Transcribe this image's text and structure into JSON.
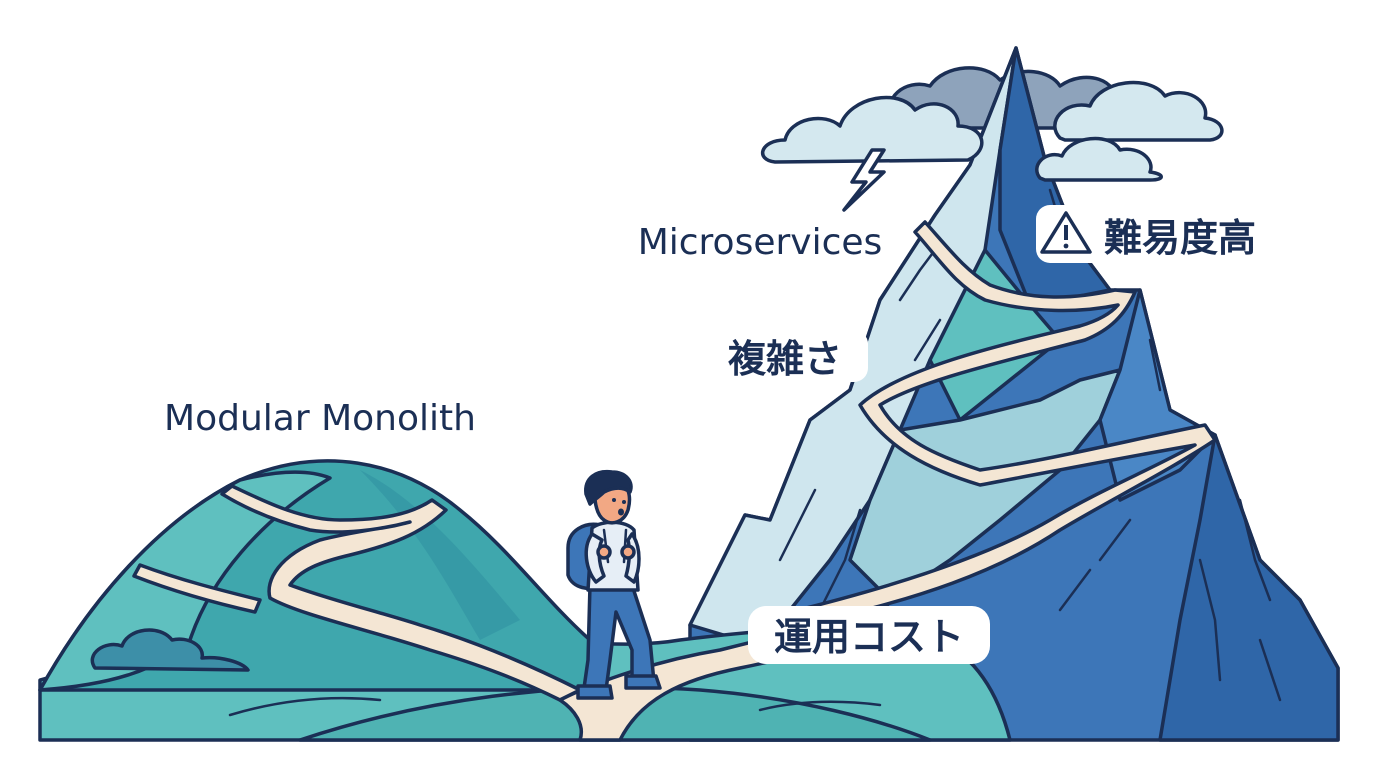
{
  "labels": {
    "monolith": "Modular Monolith",
    "microservices": "Microservices",
    "difficulty": "難易度高",
    "complexity": "複雑さ",
    "operational_cost": "運用コスト"
  },
  "icons": {
    "warning": "warning-icon",
    "lightning": "lightning-icon",
    "hiker": "hiker-figure"
  },
  "colors": {
    "outline": "#1b2f55",
    "hill_teal": "#3fa7ad",
    "hill_light": "#5fc0bf",
    "mountain_blue": "#3d76b8",
    "mountain_ice": "#cfe6ee",
    "cloud_light": "#d4e8ef",
    "cloud_dark": "#8ea3bb",
    "path": "#f4e6d4"
  }
}
